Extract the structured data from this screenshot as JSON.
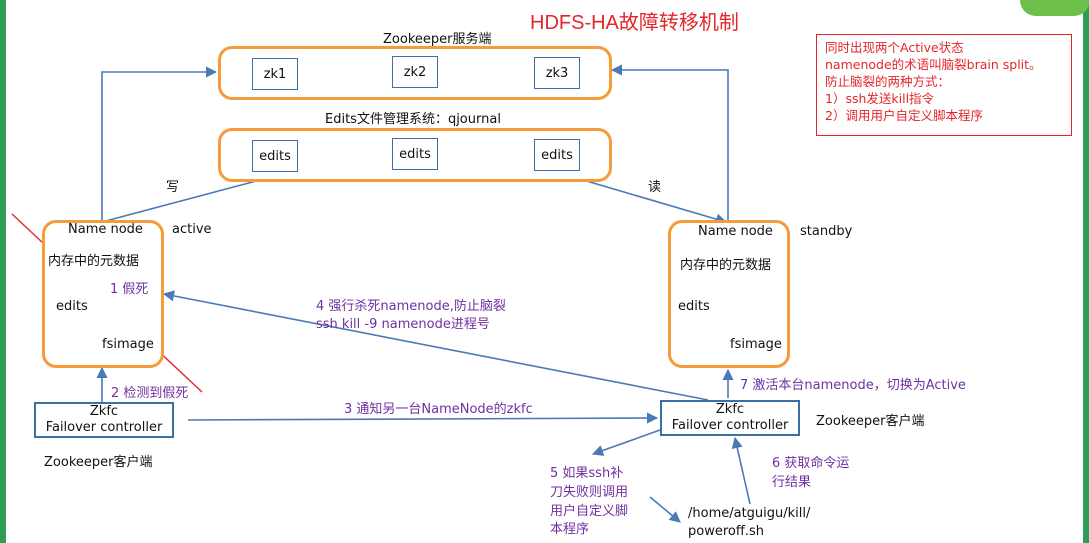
{
  "title": "HDFS-HA故障转移机制",
  "zookeeper_cluster": {
    "label": "Zookeeper服务端",
    "nodes": [
      "zk1",
      "zk2",
      "zk3"
    ]
  },
  "qjournal": {
    "label": "Edits文件管理系统：qjournal",
    "nodes": [
      "edits",
      "edits",
      "edits"
    ]
  },
  "edge_labels": {
    "write": "写",
    "read": "读"
  },
  "active_namenode": {
    "title": "Name node",
    "state": "active",
    "metadata": "内存中的元数据",
    "edits": "edits",
    "fsimage": "fsimage",
    "step1": "1 假死"
  },
  "standby_namenode": {
    "title": "Name node",
    "state": "standby",
    "metadata": "内存中的元数据",
    "edits": "edits",
    "fsimage": "fsimage"
  },
  "zkfc_left": {
    "line1": "Zkfc",
    "line2": "Failover controller",
    "client_label": "Zookeeper客户端"
  },
  "zkfc_right": {
    "line1": "Zkfc",
    "line2": "Failover controller",
    "client_label": "Zookeeper客户端"
  },
  "steps": {
    "step2": "2 检测到假死",
    "step3": "3 通知另一台NameNode的zkfc",
    "step4_line1": "4 强行杀死namenode,防止脑裂",
    "step4_line2": "ssh kill -9 namenode进程号",
    "step5_lines": [
      "5 如果ssh补",
      "刀失败则调用",
      "用户自定义脚",
      "本程序"
    ],
    "step6_lines": [
      "6 获取命令运",
      "行结果"
    ],
    "step7": "7 激活本台namenode，切换为Active"
  },
  "script_path": [
    "/home/atguigu/kill/",
    "poweroff.sh"
  ],
  "note": {
    "lines": [
      "同时出现两个Active状态",
      "namenode的术语叫脑裂brain split。",
      "防止脑裂的两种方式：",
      "1）ssh发送kill指令",
      "2）调用用户自定义脚本程序"
    ]
  },
  "colors": {
    "title": "#e4262b",
    "box_border": "#f59b3b",
    "node_border": "#3a6fa8",
    "arrow": "#4a7ab5",
    "step_text": "#7030a0",
    "note": "#e4262b"
  }
}
